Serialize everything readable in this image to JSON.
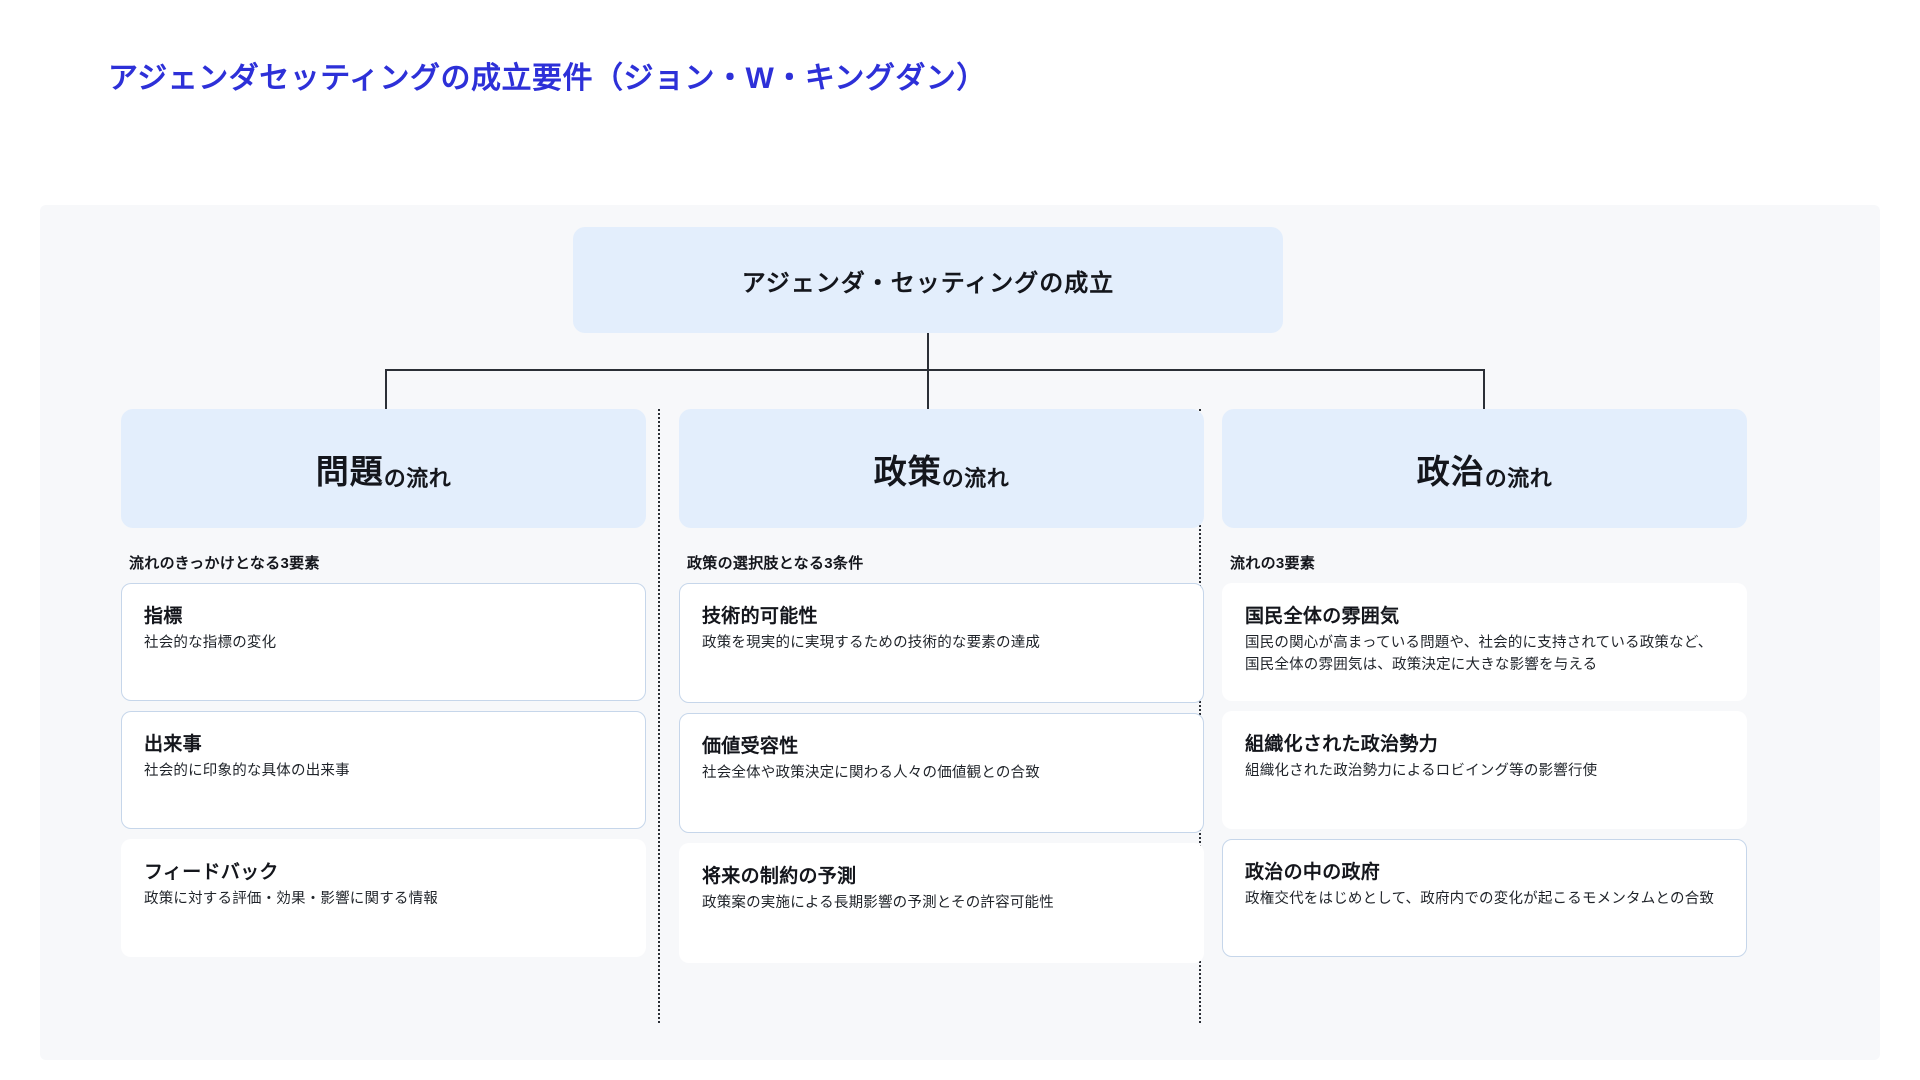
{
  "page": {
    "title": "アジェンダセッティングの成立要件（ジョン・W・キングダン）",
    "title_color": "#2d30d8",
    "panel_bg": "#f7f8fa",
    "box_bg": "#e3eefc"
  },
  "root": {
    "label": "アジェンダ・セッティングの成立"
  },
  "columns": [
    {
      "header_main": "問題",
      "header_sub": "の流れ",
      "caption": "流れのきっかけとなる3要素",
      "cards": [
        {
          "title": "指標",
          "desc": "社会的な指標の変化"
        },
        {
          "title": "出来事",
          "desc": "社会的に印象的な具体の出来事"
        },
        {
          "title": "フィードバック",
          "desc": "政策に対する評価・効果・影響に関する情報"
        }
      ]
    },
    {
      "header_main": "政策",
      "header_sub": "の流れ",
      "caption": "政策の選択肢となる3条件",
      "cards": [
        {
          "title": "技術的可能性",
          "desc": "政策を現実的に実現するための技術的な要素の達成"
        },
        {
          "title": "価値受容性",
          "desc": "社会全体や政策決定に関わる人々の価値観との合致"
        },
        {
          "title": "将来の制約の予測",
          "desc": "政策案の実施による長期影響の予測とその許容可能性"
        }
      ]
    },
    {
      "header_main": "政治",
      "header_sub": "の流れ",
      "caption": "流れの3要素",
      "cards": [
        {
          "title": "国民全体の雰囲気",
          "desc": "国民の関心が高まっている問題や、社会的に支持されている政策など、国民全体の雰囲気は、政策決定に大きな影響を与える"
        },
        {
          "title": "組織化された政治勢力",
          "desc": "組織化された政治勢力によるロビイング等の影響行使"
        },
        {
          "title": "政治の中の政府",
          "desc": "政権交代をはじめとして、政府内での変化が起こるモメンタムとの合致"
        }
      ]
    }
  ]
}
